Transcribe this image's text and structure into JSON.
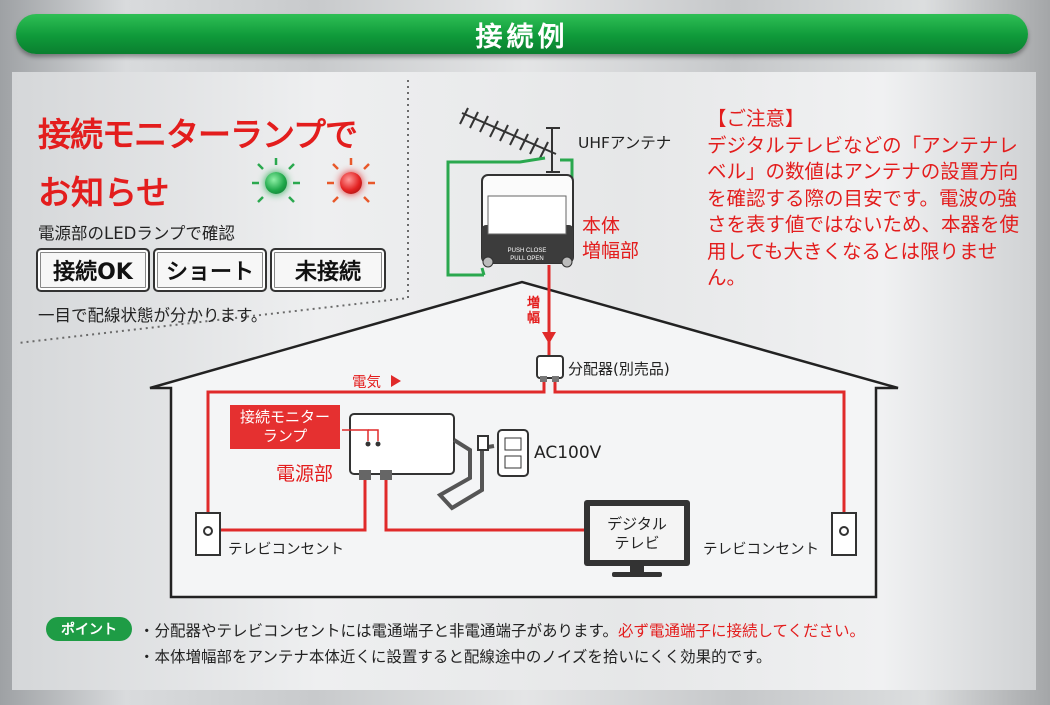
{
  "header": {
    "title": "接続例"
  },
  "monitor": {
    "heading_line1": "接続モニターランプで",
    "heading_line2": "お知らせ",
    "sub_text": "電源部のLEDランプで確認",
    "states": [
      "接続OK",
      "ショート",
      "未接続"
    ],
    "caption": "一目で配線状態が分かります。",
    "lamp_colors": {
      "ok": "#1fa84a",
      "error": "#e32222"
    }
  },
  "notice": {
    "title": "【ご注意】",
    "body": "デジタルテレビなどの「アンテナレベル」の数値はアンテナの設置方向を確認する際の目安です。電波の強さを表す値ではないため、本器を使用しても大きくなるとは限りません。"
  },
  "diagram": {
    "antenna_label": "UHFアンテナ",
    "amp_label_line1": "本体",
    "amp_label_line2": "増幅部",
    "amp_switch_text1": "PUSH CLOSE",
    "amp_switch_text2": "PULL OPEN",
    "amp_signal_line1": "増",
    "amp_signal_line2": "幅",
    "splitter_label": "分配器(別売品)",
    "power_flow_label": "電気",
    "monitor_lamp_line1": "接続モニター",
    "monitor_lamp_line2": "ランプ",
    "power_unit_label": "電源部",
    "ac_label": "AC100V",
    "outlet_left": "テレビコンセント",
    "outlet_right": "テレビコンセント",
    "tv_line1": "デジタル",
    "tv_line2": "テレビ"
  },
  "footer": {
    "point_badge": "ポイント",
    "note1_plain": "・分配器やテレビコンセントには電通端子と非電通端子があります。",
    "note1_emphasis": "必ず電通端子に接続してください。",
    "note2": "・本体増幅部をアンテナ本体近くに設置すると配線途中のノイズを拾いにくく効果的です。"
  },
  "colors": {
    "accent_green": "#1e9c45",
    "accent_red": "#e31d1d",
    "cable_red": "#e02a2a",
    "cable_green": "#2aa84e"
  }
}
